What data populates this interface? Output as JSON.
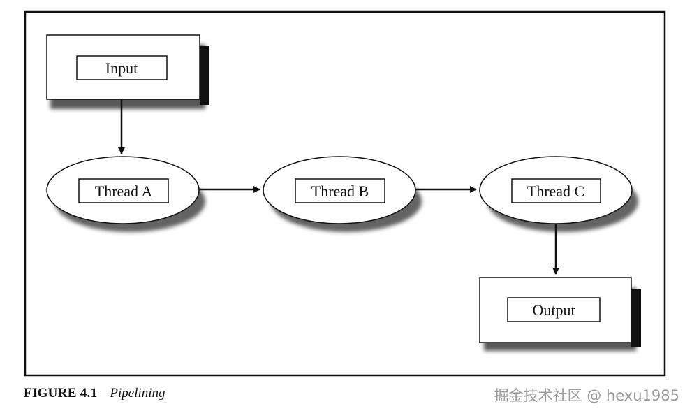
{
  "nodes": {
    "input": "Input",
    "thread_a": "Thread A",
    "thread_b": "Thread B",
    "thread_c": "Thread C",
    "output": "Output"
  },
  "caption": {
    "figure_number": "FIGURE 4.1",
    "title": "Pipelining"
  },
  "watermark": "掘金技术社区 @ hexu1985",
  "colors": {
    "ink": "#111111",
    "shadow": "#444444",
    "watermark": "#9a9a9a"
  }
}
